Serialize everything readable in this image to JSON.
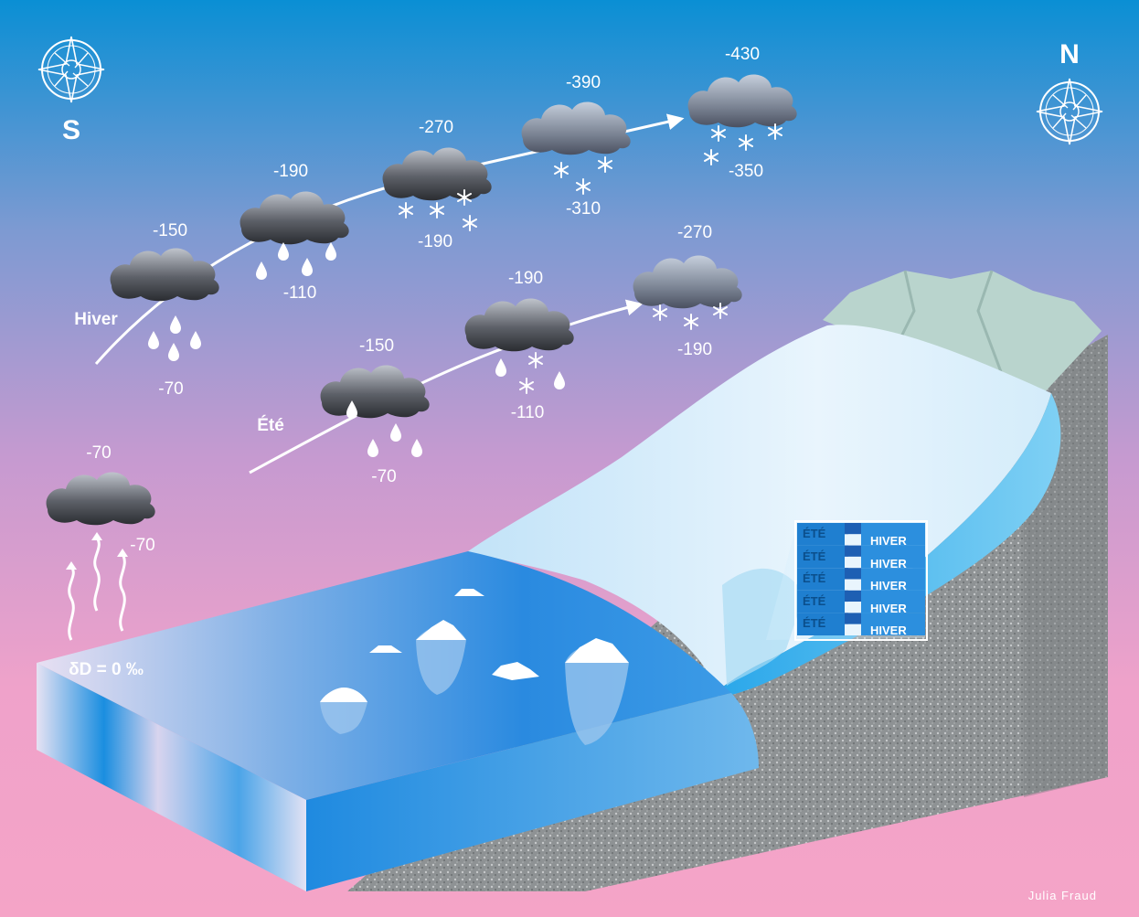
{
  "compass": {
    "south": "S",
    "north": "N"
  },
  "routes": {
    "winter": "Hiver",
    "summer": "Été"
  },
  "winter_clouds": [
    {
      "cloud": "-150",
      "precip": "-70"
    },
    {
      "cloud": "-190",
      "precip": "-110"
    },
    {
      "cloud": "-270",
      "precip": "-190"
    },
    {
      "cloud": "-390",
      "precip": "-310"
    },
    {
      "cloud": "-430",
      "precip": "-350"
    }
  ],
  "summer_clouds": [
    {
      "cloud": "-150",
      "precip": "-70"
    },
    {
      "cloud": "-190",
      "precip": "-110"
    },
    {
      "cloud": "-270",
      "precip": "-190"
    }
  ],
  "source_cloud": {
    "cloud": "-70",
    "vapor": "-70"
  },
  "ocean": {
    "delta": "δD = 0 ‰"
  },
  "ice_core_layers": {
    "summer": "ÉTÉ",
    "winter": "HIVER",
    "pairs": 5,
    "colors": {
      "summer_bg": "#1f7fd0",
      "winter_bg": "#ffffff",
      "summer_text": "#0b4f8c",
      "winter_text": "#ffffff"
    }
  },
  "credit": "Julia Fraud",
  "colors": {
    "sky_top": "#0a8fd4",
    "sky_mid": "#c69ad0",
    "sky_bottom": "#f5a4c7",
    "ocean": "#1a8ee0",
    "ice": "#e6f3fd"
  }
}
